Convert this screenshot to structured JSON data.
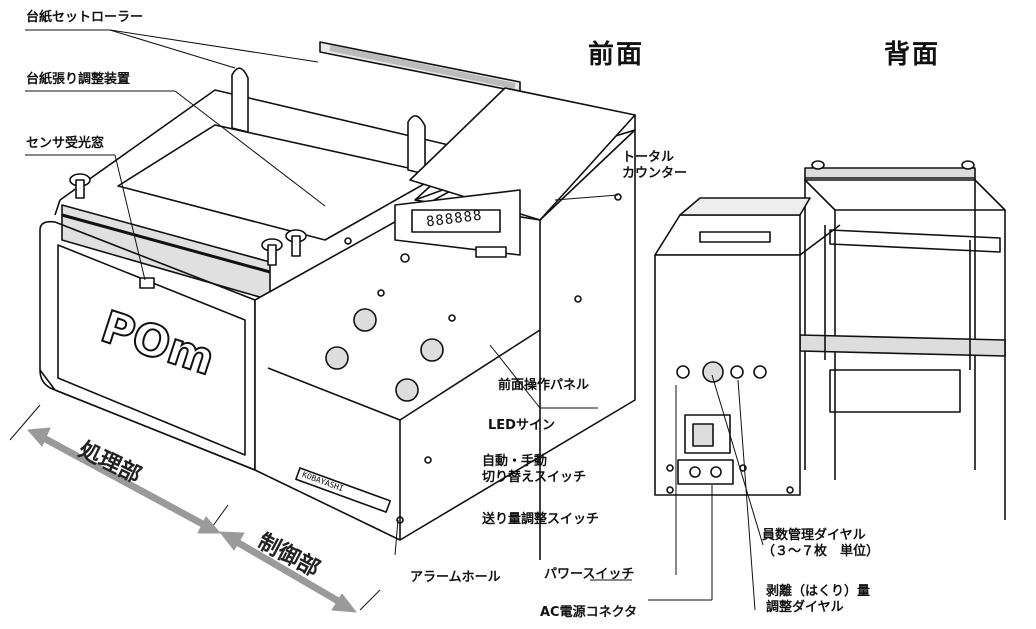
{
  "headings": {
    "front": "前面",
    "back": "背面"
  },
  "sections": {
    "processing": "処理部",
    "control": "制御部"
  },
  "logo": "POm",
  "nameplate": "KOBAYASHI",
  "counter_display": "888888",
  "labels": {
    "liner_set_roller": "台紙セットローラー",
    "liner_tension": "台紙張り調整装置",
    "sensor_window": "センサ受光窓",
    "total_counter_line1": "トータル",
    "total_counter_line2": "カウンター",
    "front_panel": "前面操作パネル",
    "led_sign": "LEDサイン",
    "auto_manual_line1": "自動・手動",
    "auto_manual_line2": "切り替えスイッチ",
    "feed_switch": "送り量調整スイッチ",
    "alarm_hole": "アラームホール",
    "power_switch": "パワースイッチ",
    "ac_connector": "AC電源コネクタ",
    "count_dial_line1": "員数管理ダイヤル",
    "count_dial_line2": "（３～７枚　単位）",
    "peel_dial_line1": "剥離（はくり）量",
    "peel_dial_line2": "調整ダイヤル"
  },
  "colors": {
    "ink": "#111111",
    "accent_arrow": "#9a9a9a",
    "panel_gray": "#d8d8d8"
  }
}
